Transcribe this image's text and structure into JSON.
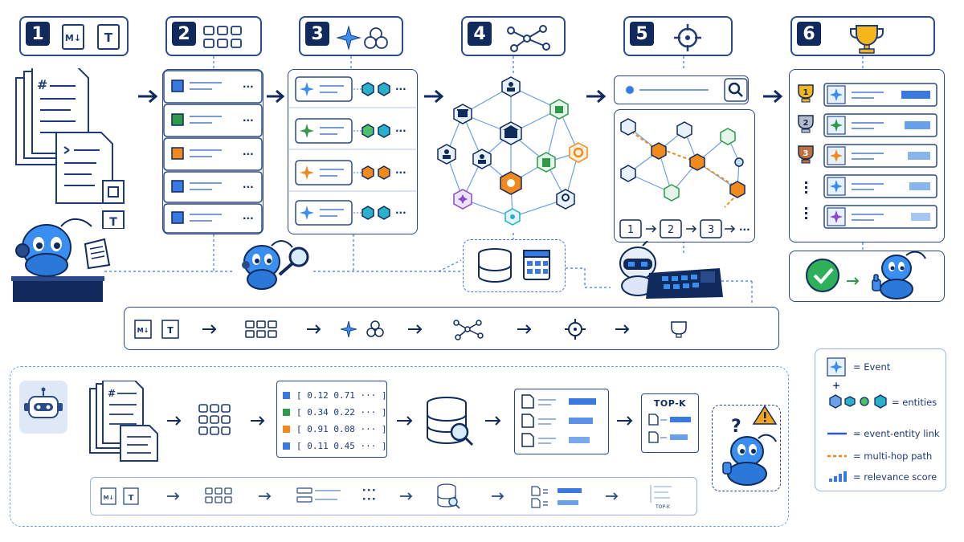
{
  "steps": [
    {
      "number": "1"
    },
    {
      "number": "2"
    },
    {
      "number": "3"
    },
    {
      "number": "4"
    },
    {
      "number": "5"
    },
    {
      "number": "6"
    }
  ],
  "icons": {
    "markdown": "M↓",
    "text": "T",
    "hash": "#"
  },
  "step5": {
    "path_seq": [
      "1",
      "2",
      "3",
      "···"
    ]
  },
  "step6": {
    "ranks": [
      "1",
      "2",
      "3"
    ]
  },
  "bottom": {
    "vectors": [
      {
        "row": "[ 0.12   0.71   ···  ]",
        "color": "#3a7ae0"
      },
      {
        "row": "[ 0.34   0.22   ···  ]",
        "color": "#2e9a4a"
      },
      {
        "row": "[ 0.91   0.08   ···  ]",
        "color": "#f08a1c"
      },
      {
        "row": "[ 0.11   0.45   ···  ]",
        "color": "#3a7ae0"
      }
    ],
    "topk": "TOP-K",
    "topk_small": "TOP-K",
    "question": "?"
  },
  "legend": {
    "event": "= Event",
    "plus": "+",
    "entities": "= entities",
    "link": "= event-entity link",
    "path": "= multi-hop path",
    "score": "= relevance score"
  },
  "colors": {
    "navy": "#102a5e",
    "border": "#2a4a8a",
    "blue": "#3a7ae0",
    "green": "#2e9a4a",
    "orange": "#f08a1c",
    "purple": "#8a4ad0",
    "teal": "#2ab0c8",
    "robot_blue": "#3a8ef0"
  }
}
